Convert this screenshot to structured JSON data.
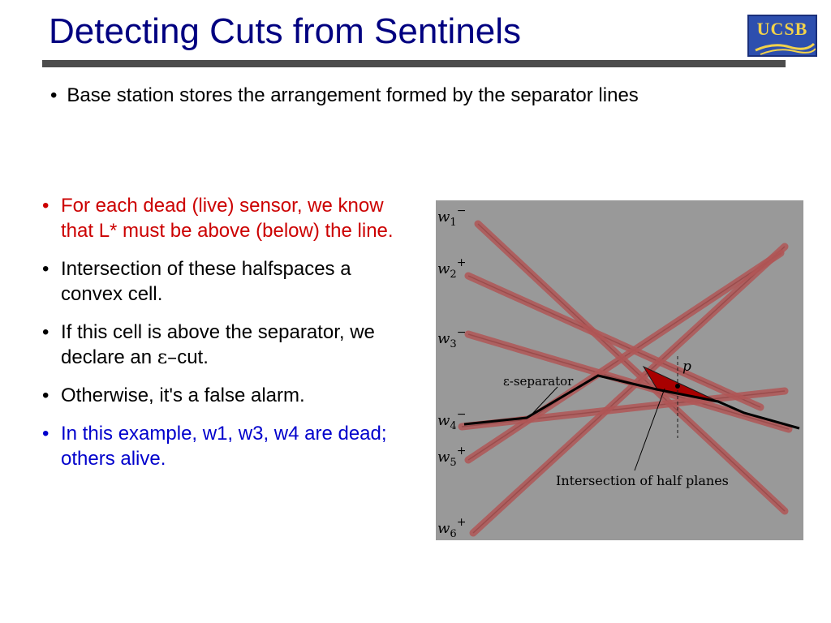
{
  "slide": {
    "title": "Detecting Cuts from Sentinels",
    "logo_text": "UCSB",
    "top_bullet": "Base station stores the arrangement formed by the separator lines",
    "bullets": [
      {
        "text": "For each dead (live) sensor, we know that L* must be above (below) the line.",
        "color": "#cc0000"
      },
      {
        "text": "Intersection of these halfspaces a convex cell.",
        "color": "#000000"
      },
      {
        "text_before": "If this cell is above the separator, we declare an ",
        "epsilon": "ε–",
        "text_after": "cut.",
        "color": "#000000"
      },
      {
        "text": "Otherwise, it's a false alarm.",
        "color": "#000000"
      },
      {
        "text": "In this example, w1, w3, w4 are dead; others alive.",
        "color": "#0000cc"
      }
    ],
    "bullet_glyph": "•"
  },
  "figure": {
    "background": "#999999",
    "line_color": "#b05656",
    "cell_color": "#a80000",
    "lines": [
      {
        "label": "w",
        "sub": "1",
        "sup": "−"
      },
      {
        "label": "w",
        "sub": "2",
        "sup": "+"
      },
      {
        "label": "w",
        "sub": "3",
        "sup": "−"
      },
      {
        "label": "w",
        "sub": "4",
        "sup": "−"
      },
      {
        "label": "w",
        "sub": "5",
        "sup": "+"
      },
      {
        "label": "w",
        "sub": "6",
        "sup": "+"
      }
    ],
    "point_label": "p",
    "separator_label": "ε-separator",
    "intersection_label": "Intersection of half planes"
  }
}
